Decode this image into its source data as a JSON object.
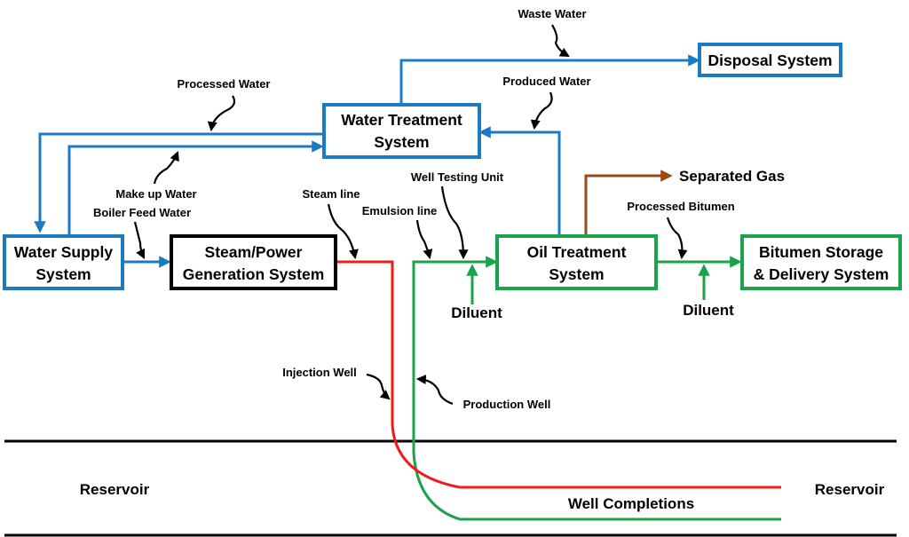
{
  "boxes": {
    "water_supply": [
      "Water Supply",
      "System"
    ],
    "steam_power": [
      "Steam/Power",
      "Generation System"
    ],
    "water_treatment": [
      "Water Treatment",
      "System"
    ],
    "disposal": [
      "Disposal System"
    ],
    "oil_treatment": [
      "Oil Treatment",
      "System"
    ],
    "bitumen_storage": [
      "Bitumen Storage",
      "& Delivery System"
    ]
  },
  "labels": {
    "waste_water": "Waste Water",
    "produced_water": "Produced Water",
    "processed_water": "Processed Water",
    "make_up_water": "Make up Water",
    "boiler_feed_water": "Boiler Feed Water",
    "steam_line": "Steam line",
    "emulsion_line": "Emulsion line",
    "well_testing_unit": "Well Testing Unit",
    "separated_gas": "Separated Gas",
    "processed_bitumen": "Processed Bitumen",
    "diluent_left": "Diluent",
    "diluent_right": "Diluent",
    "injection_well": "Injection Well",
    "production_well": "Production Well",
    "reservoir_left": "Reservoir",
    "reservoir_right": "Reservoir",
    "well_completions": "Well Completions"
  },
  "colors": {
    "water": "#1a7bc4",
    "oil": "#1aa34a",
    "steam": "#ee1c1c",
    "gas": "#9a4a12",
    "steam_box": "#000000"
  }
}
